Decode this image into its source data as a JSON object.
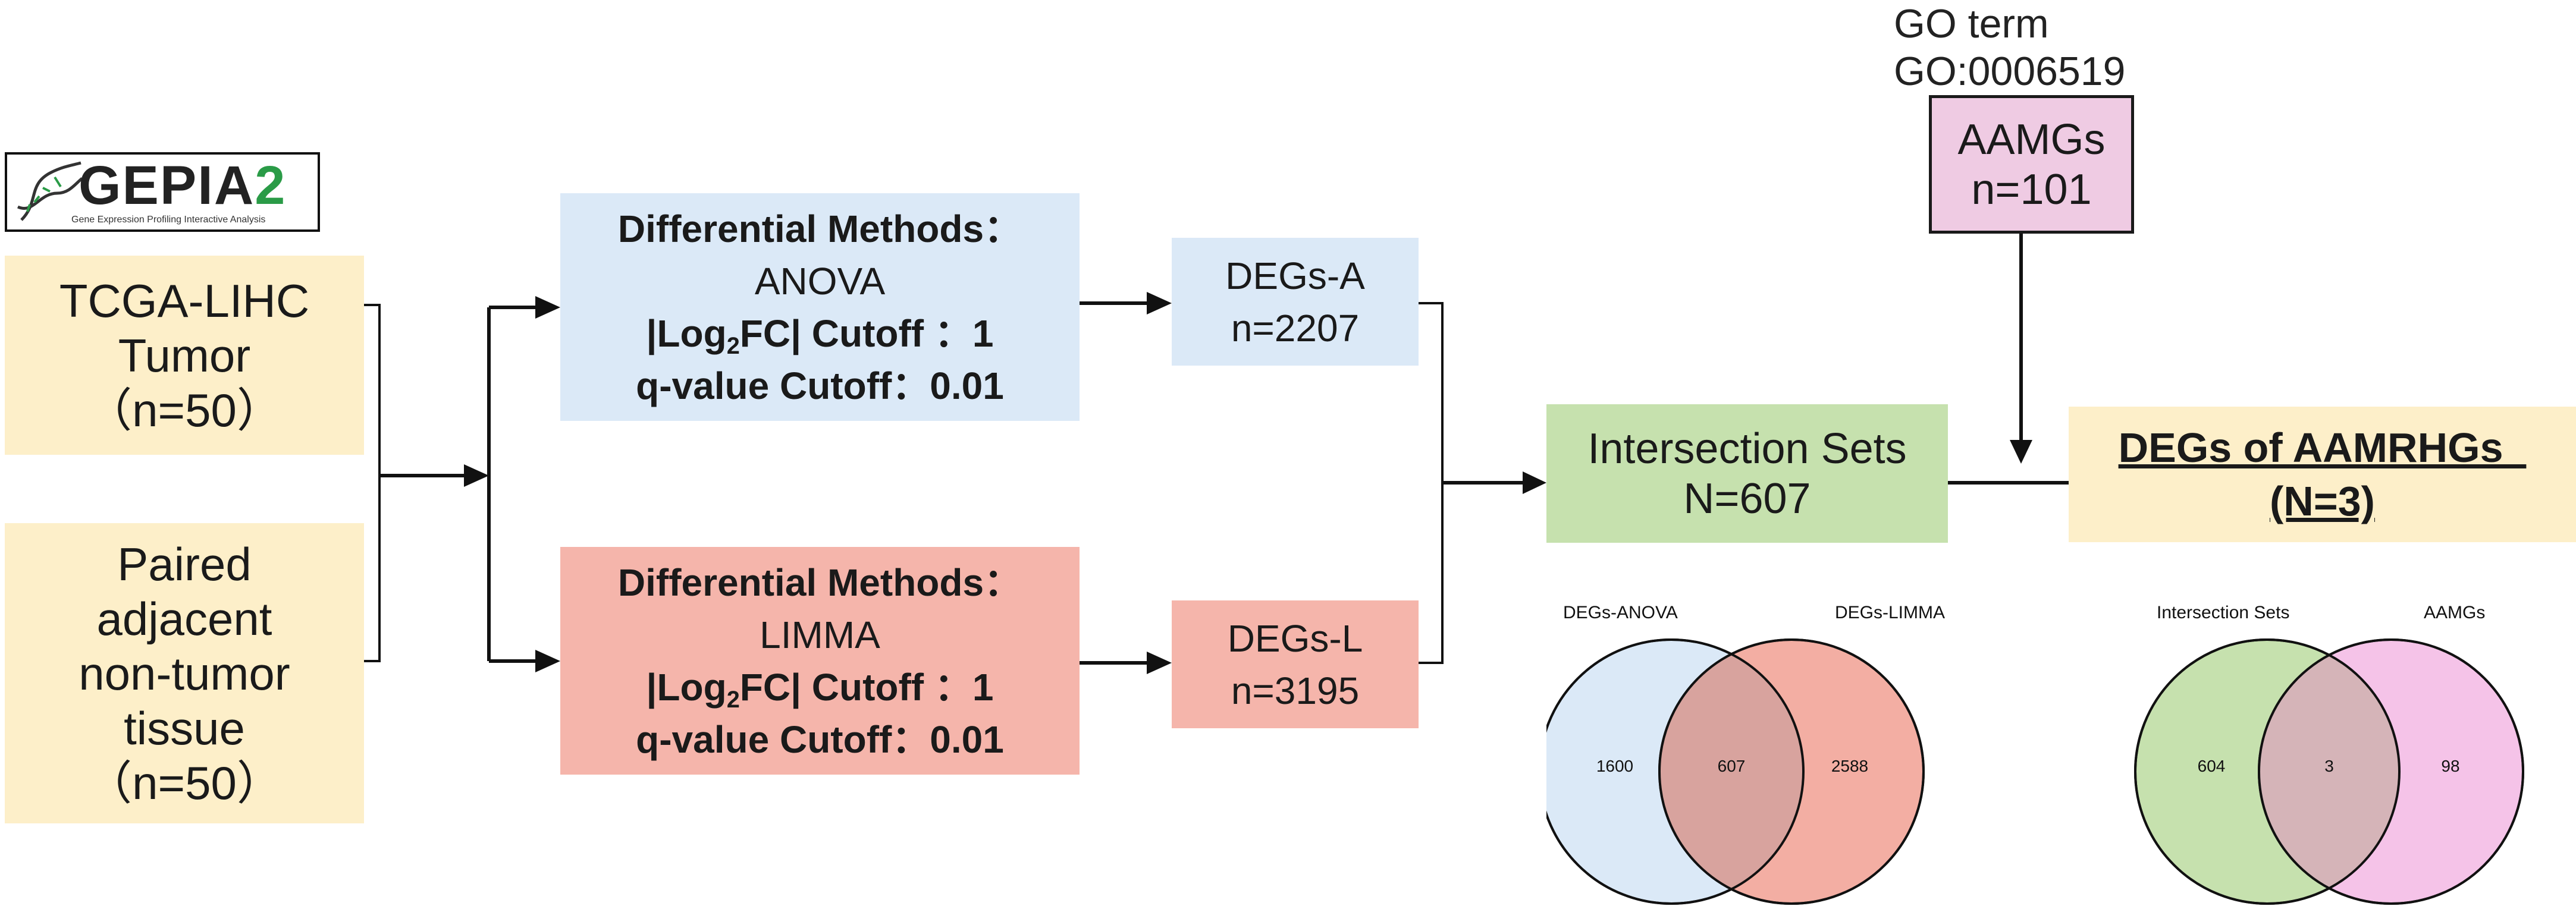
{
  "logo": {
    "name": "GEPIA",
    "version": "2",
    "subtitle": "Gene Expression Profiling Interactive Analysis"
  },
  "source": {
    "tumor": {
      "lines": [
        "TCGA-LIHC",
        "Tumor",
        "（n=50）"
      ]
    },
    "normal": {
      "lines": [
        "Paired",
        "adjacent",
        "non-tumor",
        "tissue",
        "（n=50）"
      ]
    }
  },
  "methods": {
    "anova": {
      "heading": "Differential Methods：",
      "method": "ANOVA",
      "log_pre": "|Log",
      "log_sub": "2",
      "log_post": "FC| Cutoff ：1",
      "q": "q-value Cutoff：0.01"
    },
    "limma": {
      "heading": "Differential Methods：",
      "method": "LIMMA",
      "log_pre": "|Log",
      "log_sub": "2",
      "log_post": "FC| Cutoff ：1",
      "q": "q-value Cutoff：0.01"
    }
  },
  "degs": {
    "a": {
      "name": "DEGs-A",
      "count": "n=2207"
    },
    "l": {
      "name": "DEGs-L",
      "count": "n=3195"
    }
  },
  "go": {
    "line1": "GO term",
    "line2": "GO:0006519"
  },
  "aamgs": {
    "name": "AAMGs",
    "count": "n=101"
  },
  "intersection": {
    "name": "Intersection Sets",
    "count": "N=607"
  },
  "final": {
    "line1": "DEGs of AAMRHGs  ",
    "line2": "(N=3)"
  },
  "venn1": {
    "left_label": "DEGs-ANOVA",
    "right_label": "DEGs-LIMMA",
    "left_only": "1600",
    "overlap": "607",
    "right_only": "2588",
    "colors": {
      "left": "#dbe9f7",
      "right": "#f3aea3",
      "overlap": "#d8a39e"
    }
  },
  "venn2": {
    "left_label": "Intersection Sets",
    "right_label": "AAMGs",
    "left_only": "604",
    "overlap": "3",
    "right_only": "98",
    "colors": {
      "left": "#c6e1ae",
      "right": "#f5c3e8",
      "overlap": "#d5b4b8"
    }
  }
}
